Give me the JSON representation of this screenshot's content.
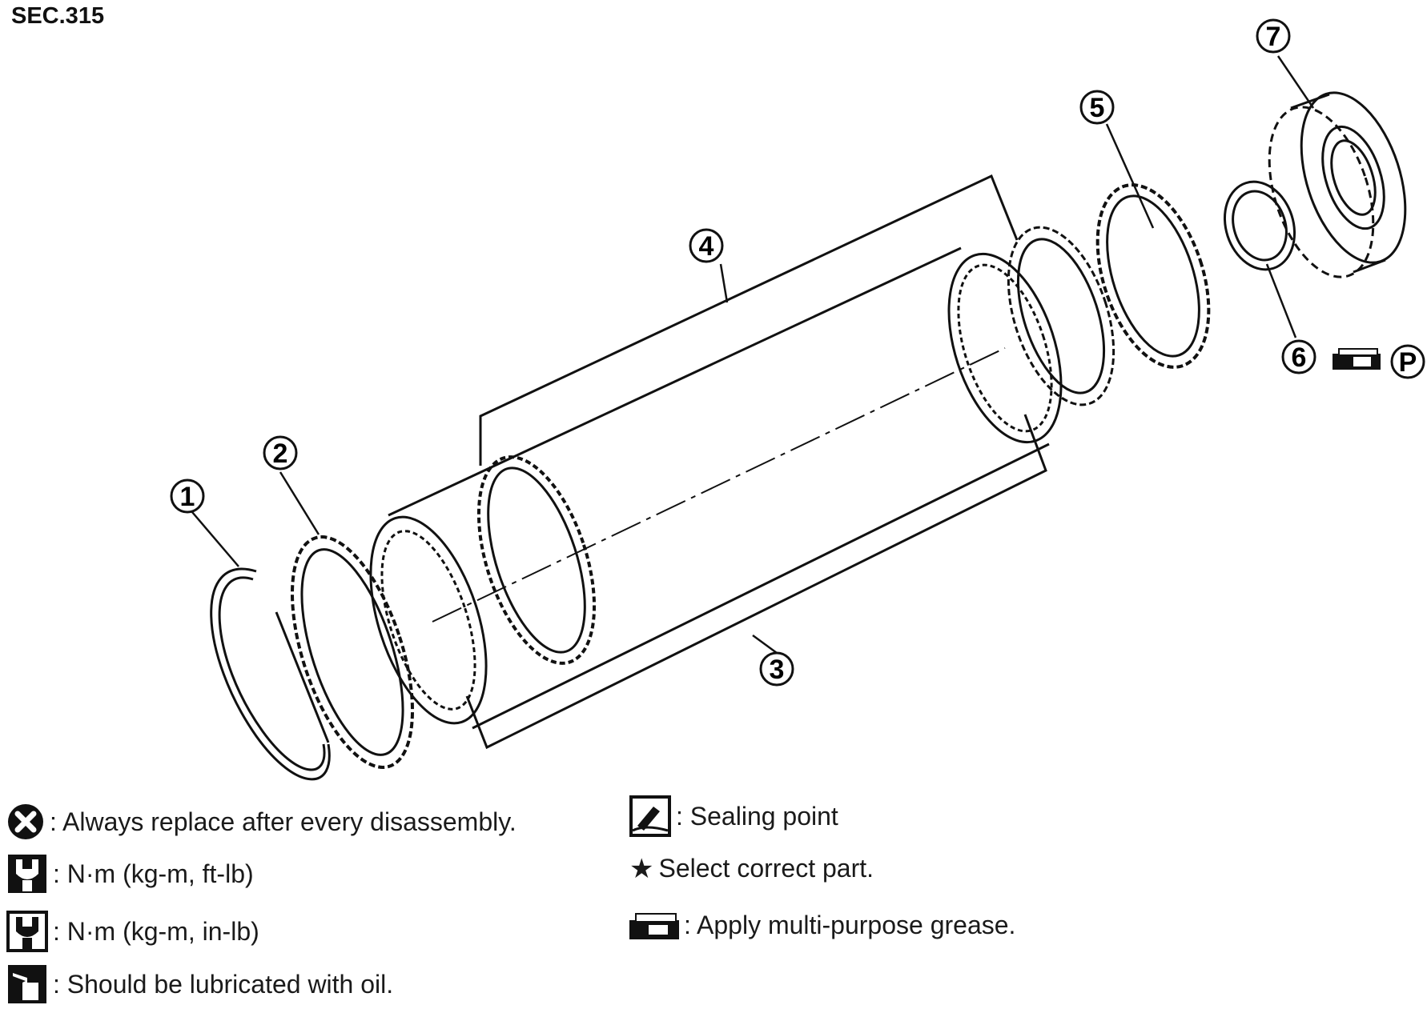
{
  "section_label": "SEC.315",
  "callouts": [
    "1",
    "2",
    "3",
    "4",
    "5",
    "6",
    "7"
  ],
  "legend": [
    {
      "icon": "replace-x-icon",
      "text": ": Always replace after every disassembly."
    },
    {
      "icon": "torque-wrench-icon",
      "text": ": N·m (kg-m, ft-lb)"
    },
    {
      "icon": "torque-wrench-inlb-icon",
      "text": ": N·m (kg-m, in-lb)"
    },
    {
      "icon": "oil-can-icon",
      "text": ": Should be lubricated with oil."
    },
    {
      "icon": "sealing-point-icon",
      "text": ": Sealing point"
    },
    {
      "icon": "star-icon",
      "text": "Select correct part."
    },
    {
      "icon": "grease-icon",
      "text": ": Apply multi-purpose grease."
    }
  ],
  "part6_symbol": "P"
}
